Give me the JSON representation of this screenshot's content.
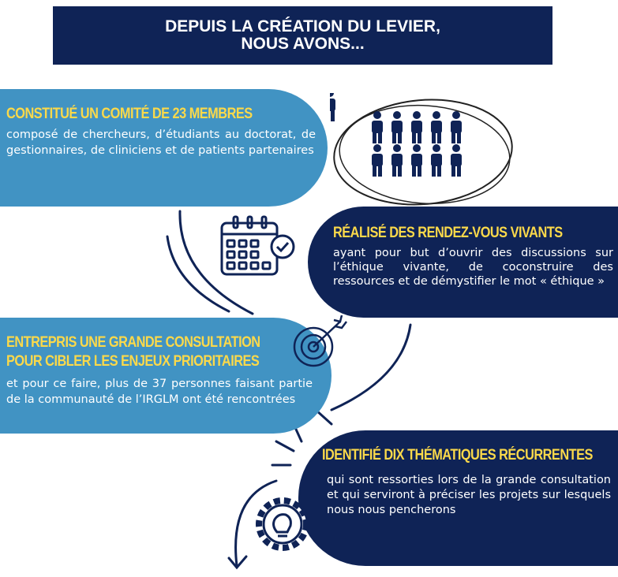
{
  "header": {
    "line1": "DEPUIS LA CRÉATION DU LEVIER,",
    "line2": "NOUS AVONS..."
  },
  "items": [
    {
      "title": "CONSTITUÉ UN COMITÉ DE 23 MEMBRES",
      "text": "composé de chercheurs, d’étudiants au doctorat, de gestionnaires, de cliniciens et de patients partenaires",
      "icon": "people-icon"
    },
    {
      "title": "RÉALISÉ  DES RENDEZ-VOUS VIVANTS",
      "text": "ayant pour but d’ouvrir des discussions sur l’éthique vivante, de coconstruire des ressources et de démystifier le mot « éthique »",
      "icon": "calendar-check-icon"
    },
    {
      "title1": "ENTREPRIS UNE GRANDE CONSULTATION",
      "title2": "POUR CIBLER LES ENJEUX PRIORITAIRES",
      "text": "et pour ce faire, plus de 37 personnes faisant partie de la communauté de l’IRGLM ont été rencontrées",
      "icon": "target-icon"
    },
    {
      "title": "IDENTIFIÉ DIX THÉMATIQUES RÉCURRENTES",
      "text": "qui sont ressorties lors de la grande consultation et qui serviront à préciser les projets sur lesquels nous nous pencherons",
      "icon": "gear-lightbulb-icon"
    }
  ],
  "colors": {
    "navy": "#0f2356",
    "light_blue": "#4193c3",
    "yellow": "#fbd94a"
  }
}
